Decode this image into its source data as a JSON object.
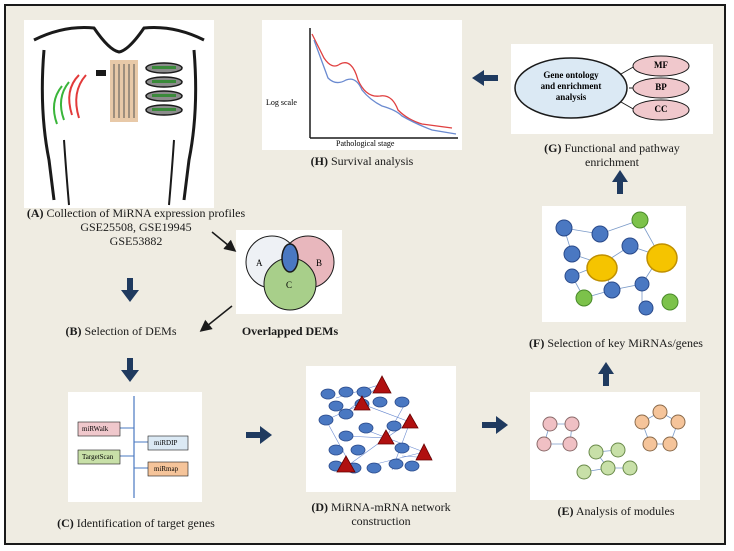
{
  "colors": {
    "background": "#efece2",
    "arrow": "#1f3a5f",
    "node_blue": "#4a78c2",
    "node_green": "#7cc24a",
    "node_yellow": "#f5c400",
    "triangle_red": "#b01010",
    "venn_a": "#eef1f5",
    "venn_b": "#e8b7bd",
    "venn_c": "#a8cf8a",
    "go_ellipse": "#dbe9f4",
    "go_small": "#f0c8cc",
    "module_pink": "#f0c0c4",
    "module_green": "#c8e0a8",
    "module_orange": "#f5c49a"
  },
  "panels": {
    "a": {
      "letter": "(A)",
      "text": "Collection of MiRNA expression profiles",
      "datasets": "GSE25508, GSE19945",
      "datasets2": "GSE53882"
    },
    "b": {
      "letter": "(B)",
      "text": "Selection of DEMs"
    },
    "venn": {
      "label_a": "A",
      "label_b": "B",
      "label_c": "C",
      "caption": "Overlapped DEMs"
    },
    "c": {
      "letter": "(C)",
      "text": "Identification of target genes",
      "box1": "miRWalk",
      "box2": "miRDIP",
      "box3": "TargetScan",
      "box4": "miRmap"
    },
    "d": {
      "letter": "(D)",
      "text": "MiRNA-mRNA network",
      "text2": "construction"
    },
    "e": {
      "letter": "(E)",
      "text": "Analysis of modules"
    },
    "f": {
      "letter": "(F)",
      "text": "Selection of key MiRNAs/genes"
    },
    "g": {
      "letter": "(G)",
      "text": "Functional and pathway",
      "text2": "enrichment",
      "big_line1": "Gene ontology",
      "big_line2": "and enrichment",
      "big_line3": "analysis",
      "mf": "MF",
      "bp": "BP",
      "cc": "CC"
    },
    "h": {
      "letter": "(H)",
      "text": "Survival analysis",
      "ylabel": "Log scale",
      "xlabel": "Pathological stage"
    }
  }
}
